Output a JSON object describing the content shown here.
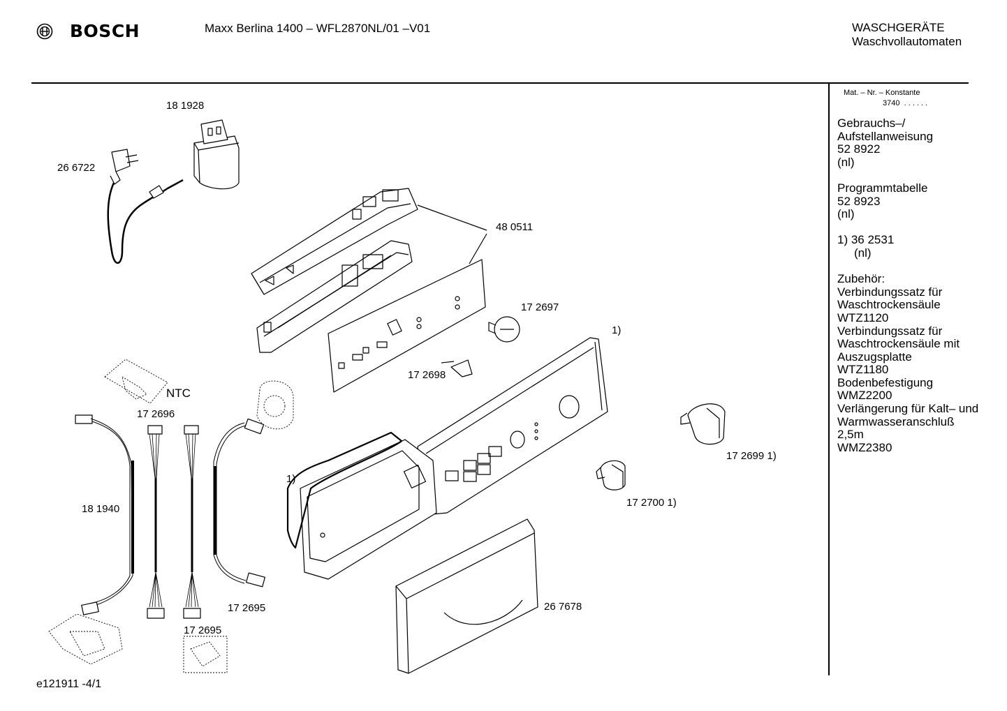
{
  "header": {
    "brand": "BOSCH",
    "title": "Maxx Berlina 1400 – WFL2870NL/01 –V01",
    "category": "WASCHGERÄTE",
    "subcategory": "Waschvollautomaten"
  },
  "sidebar": {
    "mat_label": "Mat. – Nr. – Konstante",
    "mat_value": "3740",
    "mat_dots": ". . . . . .",
    "blocks": [
      {
        "lines": [
          "Gebrauchs–/",
          "Aufstellanweisung",
          "52 8922",
          "(nl)"
        ]
      },
      {
        "lines": [
          "Programmtabelle",
          "52 8923",
          "(nl)"
        ]
      },
      {
        "lines": [
          "1) 36 2531"
        ],
        "indent_line": "(nl)"
      },
      {
        "lines": [
          "Zubehör:",
          "Verbindungssatz für",
          "Waschtrockensäule",
          "WTZ1120",
          "Verbindungssatz für",
          "Waschtrockensäule mit",
          "Auszugsplatte",
          "WTZ1180",
          "Bodenbefestigung",
          "WMZ2200",
          "Verlängerung für Kalt– und",
          "Warmwasseranschluß",
          "2,5m",
          "WMZ2380"
        ]
      }
    ]
  },
  "parts": [
    {
      "id": "p-181928",
      "label": "18 1928"
    },
    {
      "id": "p-266722",
      "label": "26 6722"
    },
    {
      "id": "p-480511",
      "label": "48 0511"
    },
    {
      "id": "p-172697",
      "label": "17 2697"
    },
    {
      "id": "p-note1a",
      "label": "1)"
    },
    {
      "id": "p-172698",
      "label": "17 2698"
    },
    {
      "id": "p-ntc",
      "label": "NTC"
    },
    {
      "id": "p-172696",
      "label": "17 2696"
    },
    {
      "id": "p-172699",
      "label": "17 2699 1)"
    },
    {
      "id": "p-note1b",
      "label": "1)"
    },
    {
      "id": "p-181940",
      "label": "18 1940"
    },
    {
      "id": "p-172700",
      "label": "17 2700 1)"
    },
    {
      "id": "p-267678",
      "label": "26 7678"
    },
    {
      "id": "p-172695a",
      "label": "17 2695"
    },
    {
      "id": "p-172695b",
      "label": "17 2695"
    }
  ],
  "footer": {
    "code": "e121911 -4/1"
  }
}
